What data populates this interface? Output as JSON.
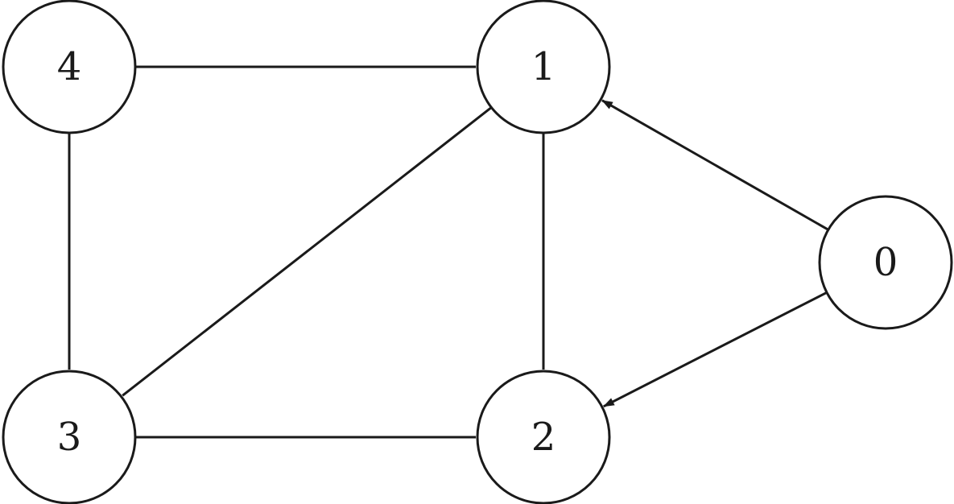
{
  "diagram": {
    "nodes": [
      {
        "id": "0",
        "label": "0"
      },
      {
        "id": "1",
        "label": "1"
      },
      {
        "id": "2",
        "label": "2"
      },
      {
        "id": "3",
        "label": "3"
      },
      {
        "id": "4",
        "label": "4"
      }
    ],
    "edges": [
      {
        "from": "4",
        "to": "1",
        "directed": false
      },
      {
        "from": "4",
        "to": "3",
        "directed": false
      },
      {
        "from": "1",
        "to": "3",
        "directed": false
      },
      {
        "from": "1",
        "to": "2",
        "directed": false
      },
      {
        "from": "3",
        "to": "2",
        "directed": false
      },
      {
        "from": "0",
        "to": "1",
        "directed": true
      },
      {
        "from": "0",
        "to": "2",
        "directed": true
      }
    ],
    "colors": {
      "stroke": "#1a1a1a",
      "fill": "#ffffff"
    }
  }
}
